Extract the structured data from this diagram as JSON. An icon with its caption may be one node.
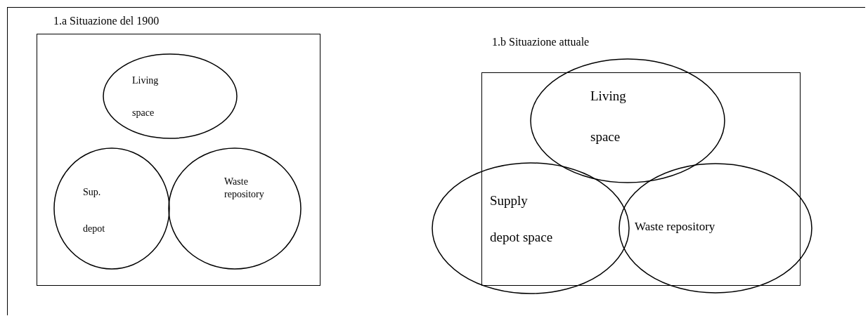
{
  "diagram": {
    "nodes": [
      {
        "text": [
          "1.a Situazione del 1900"
        ]
      },
      {
        "text": [
          "Living space"
        ],
        "in": 0
      },
      {
        "text": [
          "Sup. depot"
        ],
        "in": 0
      },
      {
        "text": [
          "Waste repository"
        ],
        "in": 0
      },
      {
        "text": [
          "1.b Situazione attuale"
        ]
      },
      {
        "text": [
          "Living space"
        ]
      },
      {
        "text": [
          "Supply depot space"
        ]
      },
      {
        "text": [
          "Waste repository"
        ]
      }
    ]
  }
}
